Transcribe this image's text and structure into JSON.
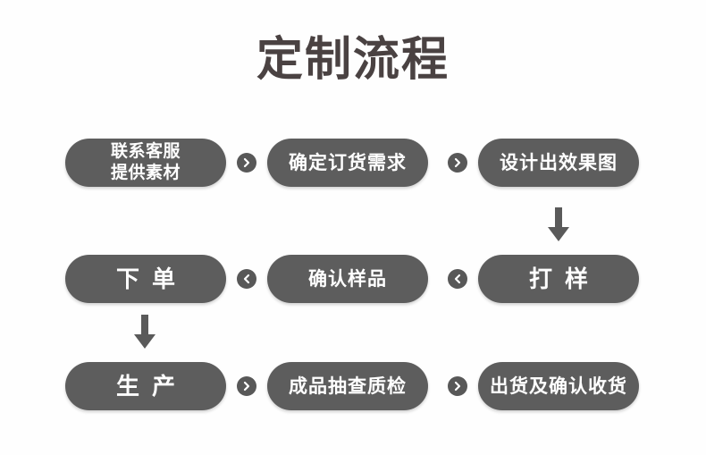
{
  "page": {
    "title": "定制流程",
    "background_color": "#fefefe",
    "title_color": "#4a4242",
    "pill_color": "#5d5d5d",
    "pill_text_color": "#ffffff",
    "connector_color": "#585858",
    "arrow_color": "#5a5a5a"
  },
  "flow": {
    "rows": [
      {
        "direction": "right",
        "steps": [
          {
            "lines": [
              "联系客服",
              "提供素材"
            ],
            "style": "two-line"
          },
          {
            "lines": [
              "确定订货需求"
            ],
            "style": "normal"
          },
          {
            "lines": [
              "设计出效果图"
            ],
            "style": "normal"
          }
        ],
        "connectors": [
          "chevron-right-icon",
          "chevron-right-icon"
        ]
      },
      {
        "direction": "left",
        "steps": [
          {
            "lines": [
              "下单"
            ],
            "style": "big"
          },
          {
            "lines": [
              "确认样品"
            ],
            "style": "normal"
          },
          {
            "lines": [
              "打样"
            ],
            "style": "big"
          }
        ],
        "connectors": [
          "chevron-left-icon",
          "chevron-left-icon"
        ]
      },
      {
        "direction": "right",
        "steps": [
          {
            "lines": [
              "生产"
            ],
            "style": "big"
          },
          {
            "lines": [
              "成品抽查质检"
            ],
            "style": "normal"
          },
          {
            "lines": [
              "出货及确认收货"
            ],
            "style": "normal"
          }
        ],
        "connectors": [
          "chevron-right-icon",
          "chevron-right-icon"
        ]
      }
    ],
    "vertical_connectors": [
      {
        "name": "arrow-down-right-column",
        "icon": "arrow-down-icon"
      },
      {
        "name": "arrow-down-left-column",
        "icon": "arrow-down-icon"
      }
    ]
  }
}
